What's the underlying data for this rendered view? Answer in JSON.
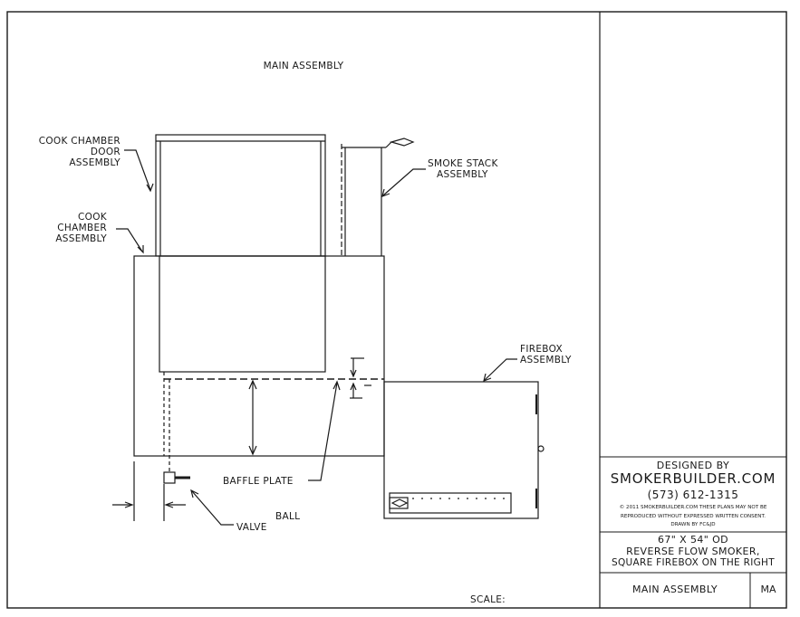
{
  "drawing": {
    "title": "MAIN ASSEMBLY",
    "scale_label": "SCALE:"
  },
  "callouts": {
    "cook_chamber_door": [
      "COOK CHAMBER",
      "DOOR",
      "ASSEMBLY"
    ],
    "cook_chamber": [
      "COOK",
      "CHAMBER",
      "ASSEMBLY"
    ],
    "smoke_stack": [
      "SMOKE STACK",
      "ASSEMBLY"
    ],
    "firebox": [
      "FIREBOX",
      "ASSEMBLY"
    ],
    "baffle_plate": "BAFFLE PLATE",
    "ball": "BALL",
    "valve": "VALVE"
  },
  "title_block": {
    "designed_by": "DESIGNED BY",
    "company": "SMOKERBUILDER.COM",
    "phone": "(573) 612-1315",
    "copyright_line1": "© 2011 SMOKERBUILDER.COM THESE PLANS MAY NOT BE",
    "copyright_line2": "REPRODUCED WITHOUT EXPRESSED WRITTEN CONSENT.",
    "drawn_by": "DRAWN BY FC&JD",
    "size": "67\" X 54\" OD",
    "description_line1": "REVERSE FLOW SMOKER,",
    "description_line2": "SQUARE FIREBOX ON THE RIGHT",
    "sheet_name": "MAIN ASSEMBLY",
    "sheet_code": "MA"
  },
  "colors": {
    "line": "#1a1a1a",
    "paper": "#ffffff"
  }
}
